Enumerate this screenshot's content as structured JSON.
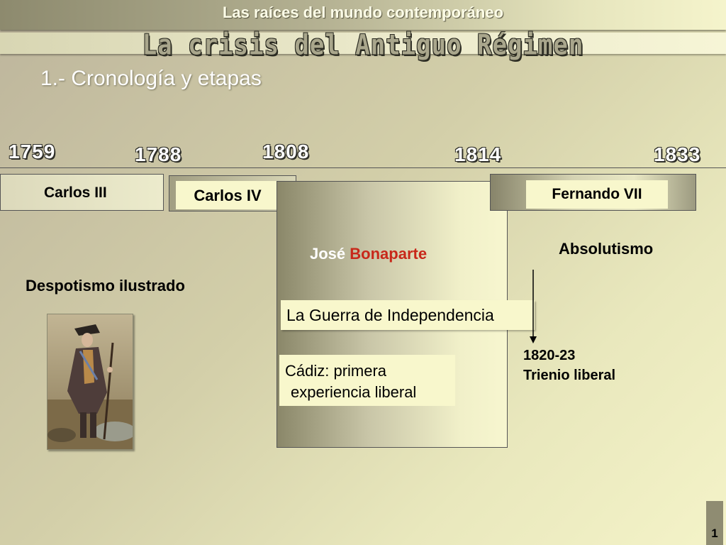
{
  "header": {
    "subtitle": "Las raíces del mundo contemporáneo",
    "title": "La crisis del Antiguo Régimen"
  },
  "section": {
    "heading": "1.- Cronología y etapas"
  },
  "timeline": {
    "years": [
      "1759",
      "1788",
      "1808",
      "1814",
      "1833"
    ]
  },
  "reigns": {
    "carlos_iii": "Carlos III",
    "carlos_iv": "Carlos IV",
    "fernando_vii": "Fernando VII"
  },
  "periods": {
    "despotismo": "Despotismo ilustrado",
    "absolutismo": "Absolutismo",
    "jose_first": "José",
    "jose_last": "Bonaparte",
    "guerra": "La Guerra de Independencia",
    "cadiz_line1": "Cádiz: primera",
    "cadiz_line2": "experiencia liberal",
    "trienio_years": "1820-23",
    "trienio_label": "Trienio liberal"
  },
  "colors": {
    "bonaparte": "#c8281a",
    "year_text": "#ffffff"
  },
  "footer": {
    "page_number": "1"
  }
}
